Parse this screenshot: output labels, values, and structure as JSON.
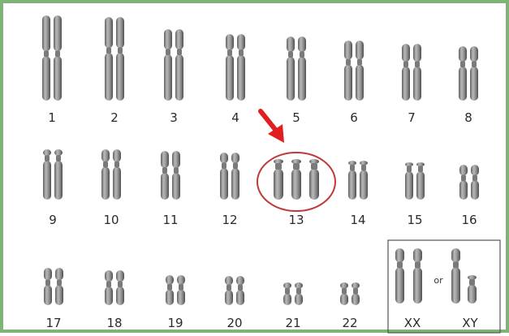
{
  "colors": {
    "frame_border": "#7fb377",
    "chromosome": "#8e8e8e",
    "highlight_ring": "#c0393b",
    "arrow": "#e02020",
    "sex_box_border": "#555555"
  },
  "rows": [
    {
      "pairs": [
        {
          "label": "1",
          "count": 2
        },
        {
          "label": "2",
          "count": 2
        },
        {
          "label": "3",
          "count": 2
        },
        {
          "label": "4",
          "count": 2
        },
        {
          "label": "5",
          "count": 2
        },
        {
          "label": "6",
          "count": 2
        },
        {
          "label": "7",
          "count": 2
        },
        {
          "label": "8",
          "count": 2
        }
      ]
    },
    {
      "pairs": [
        {
          "label": "9",
          "count": 2
        },
        {
          "label": "10",
          "count": 2
        },
        {
          "label": "11",
          "count": 2
        },
        {
          "label": "12",
          "count": 2
        },
        {
          "label": "13",
          "count": 3,
          "highlighted": true
        },
        {
          "label": "14",
          "count": 2
        },
        {
          "label": "15",
          "count": 2
        },
        {
          "label": "16",
          "count": 2
        }
      ]
    },
    {
      "pairs": [
        {
          "label": "17",
          "count": 2
        },
        {
          "label": "18",
          "count": 2
        },
        {
          "label": "19",
          "count": 2
        },
        {
          "label": "20",
          "count": 2
        },
        {
          "label": "21",
          "count": 2
        },
        {
          "label": "22",
          "count": 2
        }
      ]
    }
  ],
  "sex_chromosomes": {
    "female_label": "XX",
    "male_label": "XY",
    "connector": "or"
  }
}
